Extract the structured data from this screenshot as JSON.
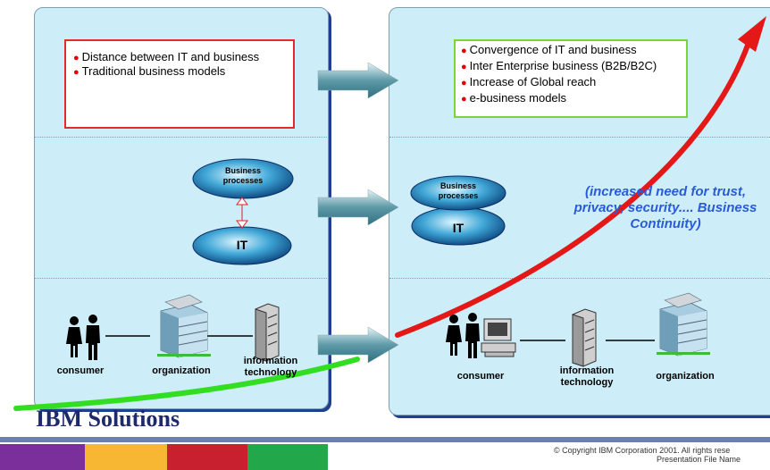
{
  "left": {
    "bullets": [
      "Distance between IT and business",
      "Traditional business models"
    ],
    "ellipse_top": [
      "Business",
      "processes"
    ],
    "ellipse_bottom": "IT",
    "labels": {
      "consumer": "consumer",
      "organization": "organization",
      "it": [
        "information",
        "technology"
      ]
    }
  },
  "right": {
    "bullets": [
      "Convergence of IT and business",
      "Inter Enterprise business (B2B/B2C)",
      "Increase of Global reach",
      "e-business models"
    ],
    "ellipse_top": [
      "Business",
      "processes"
    ],
    "ellipse_bottom": "IT",
    "callout": "(increased need for trust, privacy, security.... Business Continuity)",
    "labels": {
      "consumer": "consumer",
      "it": [
        "information",
        "technology"
      ],
      "organization": "organization"
    }
  },
  "footer": {
    "title": "IBM Solutions",
    "copyright": "© Copyright IBM Corporation 2001.  All rights rese",
    "file_name": "Presentation File Name",
    "stripe_colors": [
      "#7b2f9b",
      "#f7b733",
      "#c8202f",
      "#22a84a"
    ]
  },
  "colors": {
    "panel": "#cdeef8",
    "box_left_border": "#e32b2b",
    "box_right_border": "#7cd435",
    "curve_green": "#33dd22",
    "curve_red": "#e51818"
  }
}
